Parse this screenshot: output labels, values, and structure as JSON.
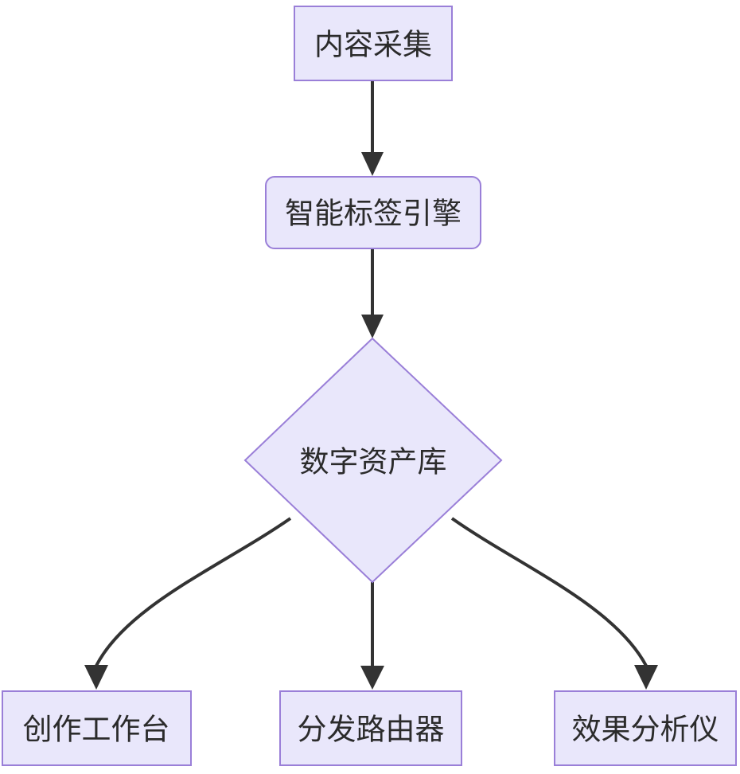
{
  "diagram": {
    "type": "flowchart",
    "direction": "top-down",
    "title": "",
    "theme": {
      "node_fill": "#e9e7fb",
      "node_stroke": "#9a7fd8",
      "edge_color": "#333333",
      "text_color": "#2b2b2b",
      "background": "#ffffff"
    },
    "nodes": [
      {
        "id": "n1",
        "label": "内容采集",
        "shape": "rectangle"
      },
      {
        "id": "n2",
        "label": "智能标签引擎",
        "shape": "rounded-rectangle"
      },
      {
        "id": "n3",
        "label": "数字资产库",
        "shape": "diamond"
      },
      {
        "id": "n4",
        "label": "创作工作台",
        "shape": "rectangle"
      },
      {
        "id": "n5",
        "label": "分发路由器",
        "shape": "rectangle"
      },
      {
        "id": "n6",
        "label": "效果分析仪",
        "shape": "rectangle"
      }
    ],
    "edges": [
      {
        "id": "e1",
        "from": "n1",
        "to": "n2",
        "label": "",
        "style": "arrow-straight"
      },
      {
        "id": "e2",
        "from": "n2",
        "to": "n3",
        "label": "",
        "style": "arrow-straight"
      },
      {
        "id": "e3",
        "from": "n3",
        "to": "n4",
        "label": "",
        "style": "arrow-curved"
      },
      {
        "id": "e4",
        "from": "n3",
        "to": "n5",
        "label": "",
        "style": "arrow-straight"
      },
      {
        "id": "e5",
        "from": "n3",
        "to": "n6",
        "label": "",
        "style": "arrow-curved"
      }
    ]
  }
}
